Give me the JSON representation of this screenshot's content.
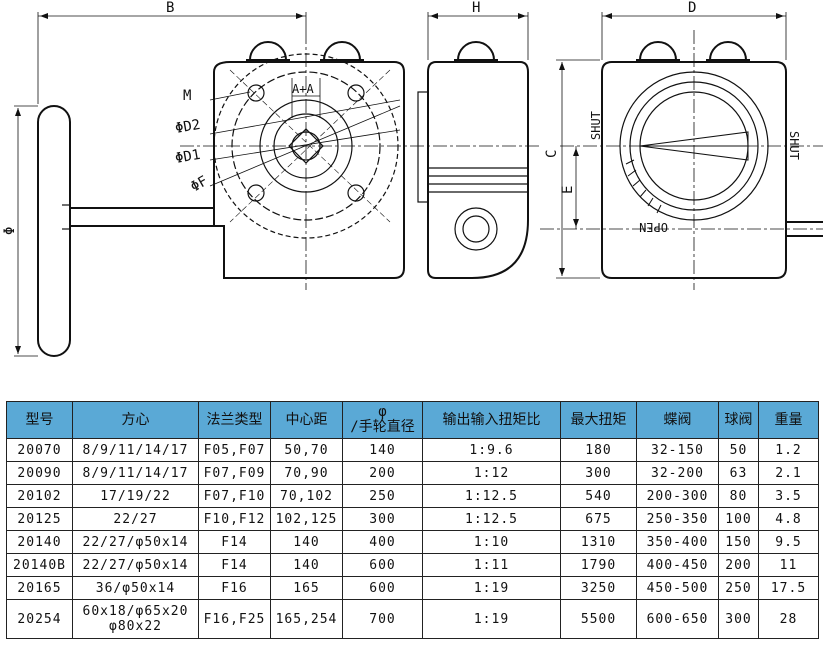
{
  "drawing": {
    "dim_labels": [
      "B",
      "H",
      "D",
      "M",
      "A+A",
      "ΦD2",
      "ΦD1",
      "ΦF",
      "Φ",
      "C",
      "E"
    ],
    "dial_labels": [
      "SHUT",
      "SHUT",
      "OPEN"
    ]
  },
  "table": {
    "headers": [
      "型号",
      "方心",
      "法兰类型",
      "中心距",
      "φ\n/手轮直径",
      "输出输入扭矩比",
      "最大扭矩",
      "蝶阀",
      "球阀",
      "重量"
    ],
    "rows": [
      [
        "20070",
        "8/9/11/14/17",
        "F05,F07",
        "50,70",
        "140",
        "1:9.6",
        "180",
        "32-150",
        "50",
        "1.2"
      ],
      [
        "20090",
        "8/9/11/14/17",
        "F07,F09",
        "70,90",
        "200",
        "1:12",
        "300",
        "32-200",
        "63",
        "2.1"
      ],
      [
        "20102",
        "17/19/22",
        "F07,F10",
        "70,102",
        "250",
        "1:12.5",
        "540",
        "200-300",
        "80",
        "3.5"
      ],
      [
        "20125",
        "22/27",
        "F10,F12",
        "102,125",
        "300",
        "1:12.5",
        "675",
        "250-350",
        "100",
        "4.8"
      ],
      [
        "20140",
        "22/27/φ50x14",
        "F14",
        "140",
        "400",
        "1:10",
        "1310",
        "350-400",
        "150",
        "9.5"
      ],
      [
        "20140B",
        "22/27/φ50x14",
        "F14",
        "140",
        "600",
        "1:11",
        "1790",
        "400-450",
        "200",
        "11"
      ],
      [
        "20165",
        "36/φ50x14",
        "F16",
        "165",
        "600",
        "1:19",
        "3250",
        "450-500",
        "250",
        "17.5"
      ],
      [
        "20254",
        "60x18/φ65x20\nφ80x22",
        "F16,F25",
        "165,254",
        "700",
        "1:19",
        "5500",
        "600-650",
        "300",
        "28"
      ]
    ]
  }
}
